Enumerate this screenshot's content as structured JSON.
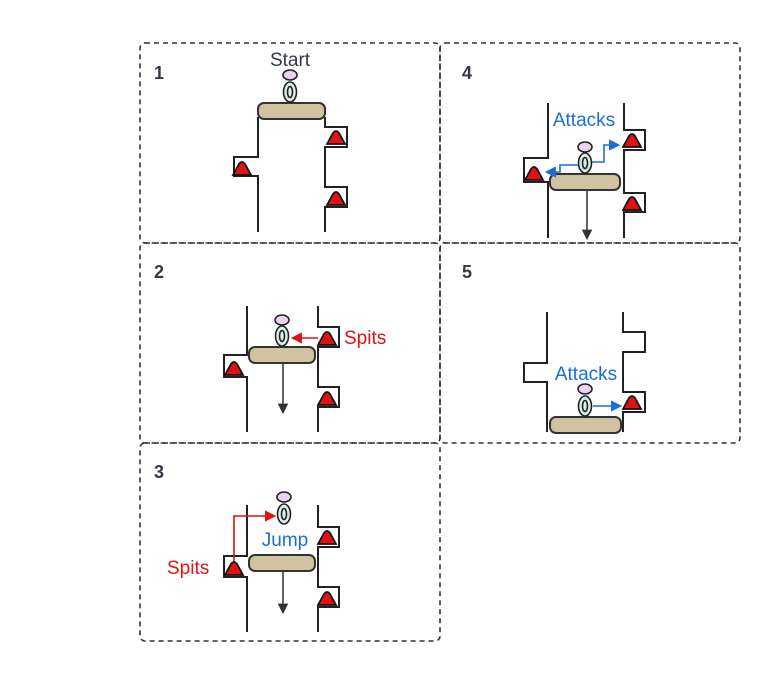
{
  "diagram": {
    "panels": [
      {
        "number": "1",
        "caption": "Start"
      },
      {
        "number": "2",
        "caption": "Spits"
      },
      {
        "number": "3",
        "caption_jump": "Jump",
        "caption_spits": "Spits"
      },
      {
        "number": "4",
        "caption": "Attacks"
      },
      {
        "number": "5",
        "caption": "Attacks"
      }
    ]
  },
  "colors": {
    "spit": "#e01212",
    "attack": "#1a6fd6",
    "platform": "#cfc3a0",
    "enemy": "#e01212",
    "head": "#ead3f0",
    "body": "#d9efe8",
    "text_dark": "#333a45"
  }
}
